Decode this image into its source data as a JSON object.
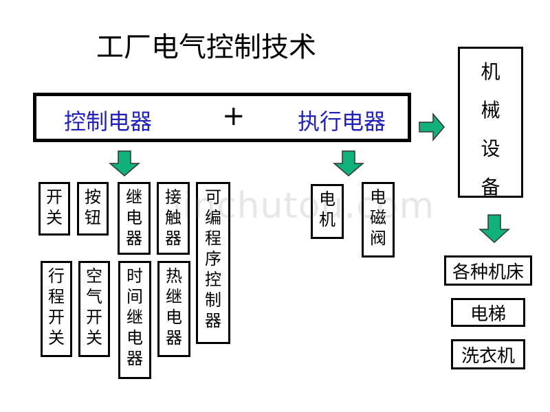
{
  "title": "工厂电气控制技术",
  "main_bar": {
    "left_label": "控制电器",
    "operator": "+",
    "right_label": "执行电器"
  },
  "control_devices": {
    "row1": [
      {
        "id": "switch",
        "chars": [
          "开",
          "关"
        ]
      },
      {
        "id": "button",
        "chars": [
          "按",
          "钮"
        ]
      },
      {
        "id": "relay",
        "chars": [
          "继",
          "电",
          "器"
        ]
      },
      {
        "id": "contactor",
        "chars": [
          "接",
          "触",
          "器"
        ]
      },
      {
        "id": "plc",
        "chars": [
          "可",
          "编",
          "程",
          "序",
          "控",
          "制",
          "器"
        ]
      }
    ],
    "row2": [
      {
        "id": "travel-switch",
        "chars": [
          "行",
          "程",
          "开",
          "关"
        ]
      },
      {
        "id": "air-switch",
        "chars": [
          "空",
          "气",
          "开",
          "关"
        ]
      },
      {
        "id": "time-relay",
        "chars": [
          "时",
          "间",
          "继",
          "电",
          "器"
        ]
      },
      {
        "id": "thermal-relay",
        "chars": [
          "热",
          "继",
          "电",
          "器"
        ]
      }
    ]
  },
  "actuators": [
    {
      "id": "motor",
      "chars": [
        "电",
        "机"
      ]
    },
    {
      "id": "solenoid-valve",
      "chars": [
        "电",
        "磁",
        "阀"
      ]
    }
  ],
  "machinery": {
    "chars": [
      "机",
      "械",
      "设",
      "备"
    ]
  },
  "examples": [
    "各种机床",
    "电梯",
    "洗衣机"
  ],
  "watermark": "jinchutou.com",
  "colors": {
    "arrow": "#11b27a",
    "label_blue": "#2222bb"
  }
}
